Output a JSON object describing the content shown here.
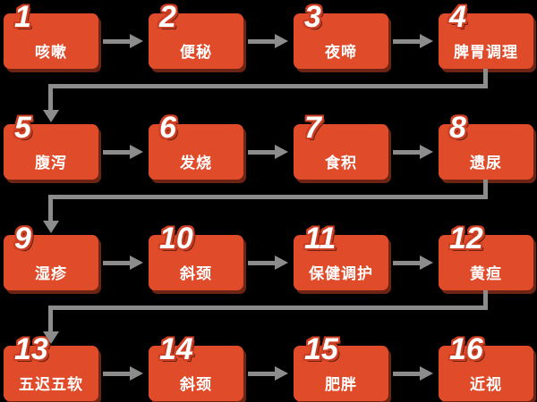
{
  "style": {
    "canvas_bg": "#000000",
    "node_fill": "#E04B2A",
    "node_shadow": "#6E2413",
    "number_outline": "#CE3E22",
    "arrow_color": "#8C8C8C",
    "text_color": "#FFFFFF"
  },
  "flow": {
    "type": "snake-flowchart",
    "rows": 4,
    "cols": 4,
    "nodes": [
      {
        "number": "1",
        "label": "咳嗽"
      },
      {
        "number": "2",
        "label": "便秘"
      },
      {
        "number": "3",
        "label": "夜啼"
      },
      {
        "number": "4",
        "label": "脾胃调理"
      },
      {
        "number": "5",
        "label": "腹泻"
      },
      {
        "number": "6",
        "label": "发烧"
      },
      {
        "number": "7",
        "label": "食积"
      },
      {
        "number": "8",
        "label": "遗尿"
      },
      {
        "number": "9",
        "label": "湿疹"
      },
      {
        "number": "10",
        "label": "斜颈"
      },
      {
        "number": "11",
        "label": "保健调护"
      },
      {
        "number": "12",
        "label": "黄疸"
      },
      {
        "number": "13",
        "label": "五迟五软"
      },
      {
        "number": "14",
        "label": "斜颈"
      },
      {
        "number": "15",
        "label": "肥胖"
      },
      {
        "number": "16",
        "label": "近视"
      }
    ]
  }
}
